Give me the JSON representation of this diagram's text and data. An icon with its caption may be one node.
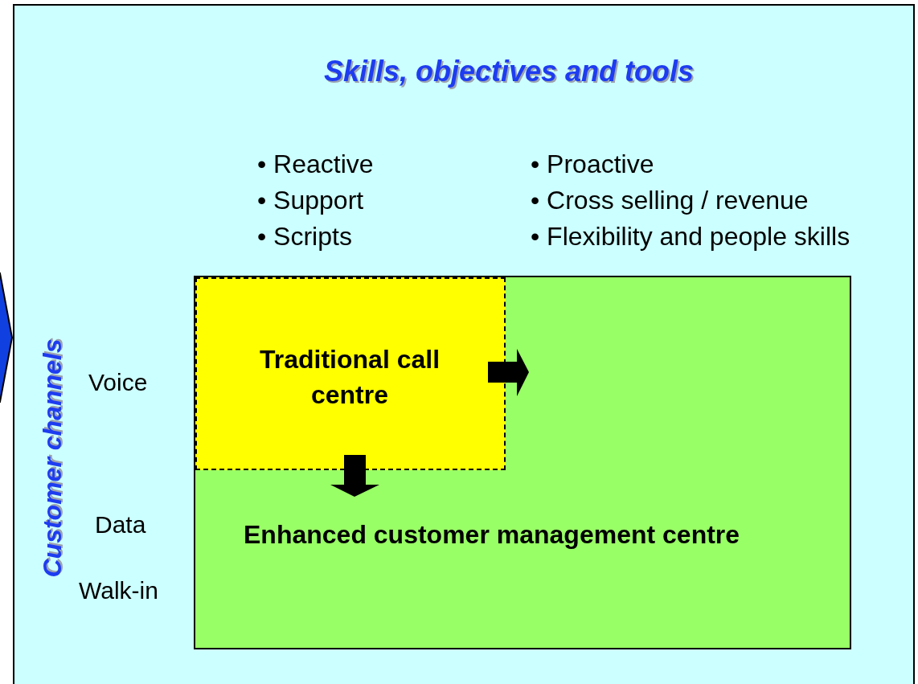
{
  "diagram": {
    "title": "Skills, objectives and tools",
    "nodes": [
      {
        "text": [
          "Enhanced customer management centre"
        ]
      },
      {
        "text": [
          "Traditional call centre"
        ],
        "in": 0
      },
      {
        "text": [],
        "shape": "chevron"
      }
    ],
    "labels": [
      "• Reactive",
      "• Support",
      "• Scripts",
      "• Proactive",
      "• Cross selling / revenue",
      "• Flexibility and people skills",
      "Customer channels",
      "Voice",
      "Data",
      "Walk-in"
    ]
  }
}
